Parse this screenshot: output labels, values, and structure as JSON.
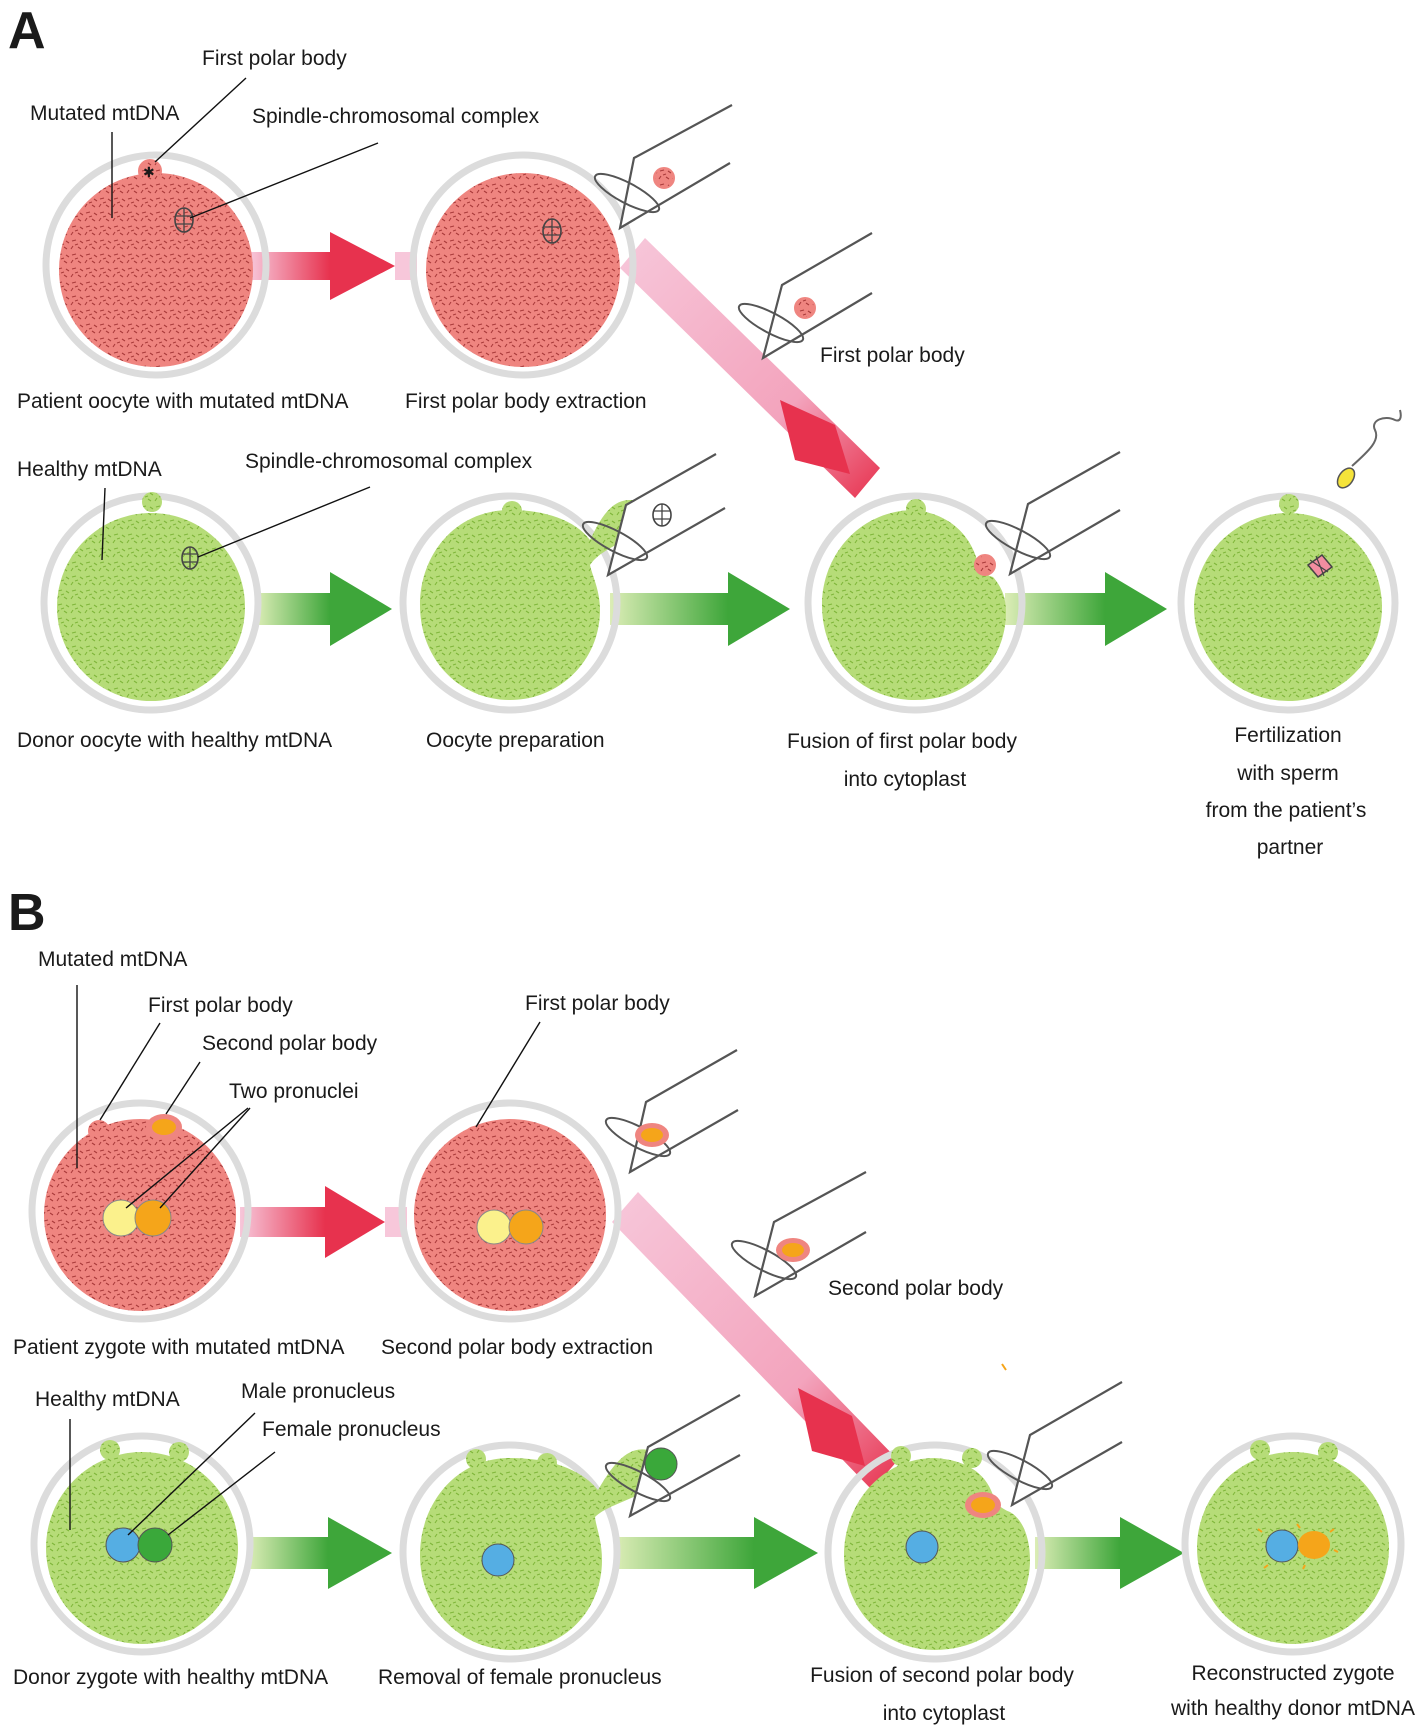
{
  "panel_a": {
    "letter": "A",
    "row1": {
      "callouts": {
        "first_polar_body": "First polar body",
        "mutated_mtdna": "Mutated mtDNA",
        "spindle_complex": "Spindle-chromosomal complex"
      },
      "cells": [
        "Patient oocyte with mutated mtDNA",
        "First polar body extraction"
      ],
      "pipette_label": "First polar body"
    },
    "row2": {
      "callouts": {
        "healthy_mtdna": "Healthy mtDNA",
        "spindle_complex": "Spindle-chromosomal complex"
      },
      "cells": [
        [
          "Donor oocyte with healthy mtDNA"
        ],
        [
          "Oocyte preparation"
        ],
        [
          "Fusion of first polar body",
          "into cytoplast"
        ],
        [
          "Fertilization",
          "with sperm",
          "from the patient’s",
          "partner"
        ]
      ]
    }
  },
  "panel_b": {
    "letter": "B",
    "row1": {
      "callouts": {
        "mutated_mtdna": "Mutated mtDNA",
        "first_polar_body": "First polar body",
        "second_polar_body": "Second polar body",
        "two_pronuclei": "Two pronuclei",
        "first_polar_body_2": "First polar body"
      },
      "cells": [
        "Patient zygote with mutated mtDNA",
        "Second polar body extraction"
      ],
      "pipette_label": "Second polar body"
    },
    "row2": {
      "callouts": {
        "healthy_mtdna": "Healthy mtDNA",
        "male_pronucleus": "Male pronucleus",
        "female_pronucleus": "Female pronucleus"
      },
      "cells": [
        [
          "Donor zygote with healthy mtDNA"
        ],
        [
          "Removal of female pronucleus"
        ],
        [
          "Fusion of  second polar body",
          "into cytoplast"
        ],
        [
          "Reconstructed zygote",
          "with healthy donor mtDNA"
        ]
      ]
    }
  },
  "colors": {
    "patient_cytoplasm": "#ef8580",
    "donor_cytoplasm": "#b6dc78",
    "zona": "#dcdcdc",
    "arrow_red": "#e7324e",
    "arrow_green": "#3ea63a",
    "pronucleus_yellow": "#fbf18c",
    "pronucleus_orange": "#f5a51a",
    "pronucleus_blue": "#55aee3",
    "pronucleus_green": "#3aa83a"
  }
}
